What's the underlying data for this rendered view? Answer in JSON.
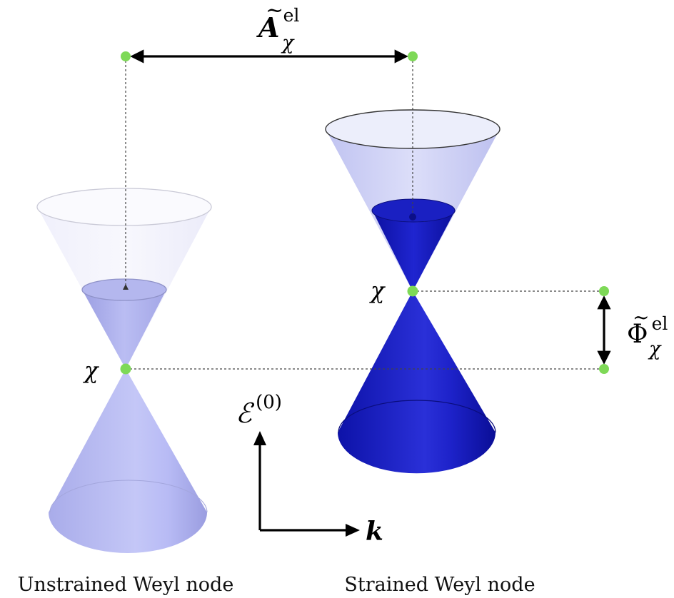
{
  "labels": {
    "unstrained_caption": "Unstrained Weyl node",
    "strained_caption": "Strained Weyl node",
    "chirality_left": "χ",
    "chirality_right": "χ",
    "energy_axis": "ℰ",
    "energy_axis_sup": "(0)",
    "momentum_axis": "k",
    "vector_potential_symbol": "A",
    "vector_potential_tilde": "~",
    "vector_potential_sup": "el",
    "vector_potential_sub": "χ",
    "scalar_potential_symbol": "Φ",
    "scalar_potential_tilde": "~",
    "scalar_potential_sup": "el",
    "scalar_potential_sub": "χ"
  },
  "colors": {
    "node_marker": "#7ed957",
    "unstrained_cone": "#b9bcf3",
    "strained_cone": "#1a1fbf",
    "strained_cone_upper": "#c9ccf5",
    "dimension_arrow": "#000000",
    "guide_line": "#444444"
  }
}
